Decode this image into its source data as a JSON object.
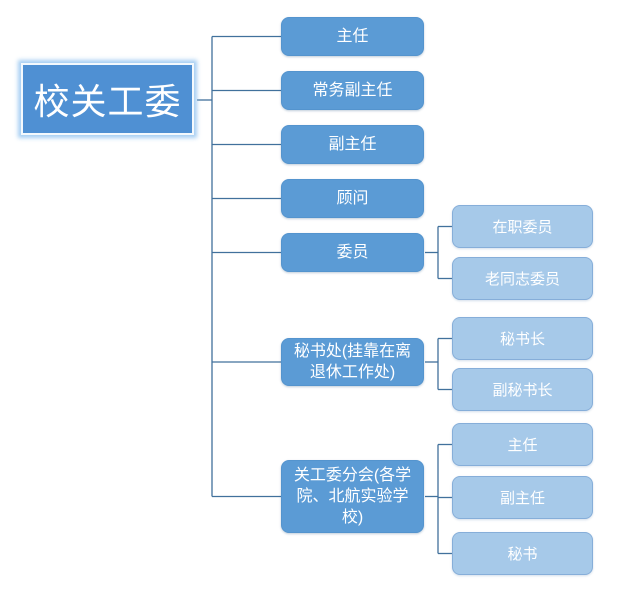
{
  "colors": {
    "root_fill": "#4F90D3",
    "root_border": "#F4F9FD",
    "root_glow": "#88BEEE",
    "node_fill": "#5B9BD5",
    "leaf_fill": "#A6C9E9",
    "leaf_border": "#86AED9",
    "connector": "#41719C",
    "text": "#FFFFFF",
    "background": "#FFFFFF"
  },
  "org": {
    "root": {
      "label": "校关工委"
    },
    "branches": [
      {
        "label": "主任",
        "children": []
      },
      {
        "label": "常务副主任",
        "children": []
      },
      {
        "label": "副主任",
        "children": []
      },
      {
        "label": "顾问",
        "children": []
      },
      {
        "label": "委员",
        "children": [
          {
            "label": "在职委员"
          },
          {
            "label": "老同志委员"
          }
        ]
      },
      {
        "label": "秘书处(挂靠在离退休工作处)",
        "children": [
          {
            "label": "秘书长"
          },
          {
            "label": "副秘书长"
          }
        ]
      },
      {
        "label": "关工委分会(各学院、北航实验学校)",
        "children": [
          {
            "label": "主任"
          },
          {
            "label": "副主任"
          },
          {
            "label": "秘书"
          }
        ]
      }
    ]
  }
}
